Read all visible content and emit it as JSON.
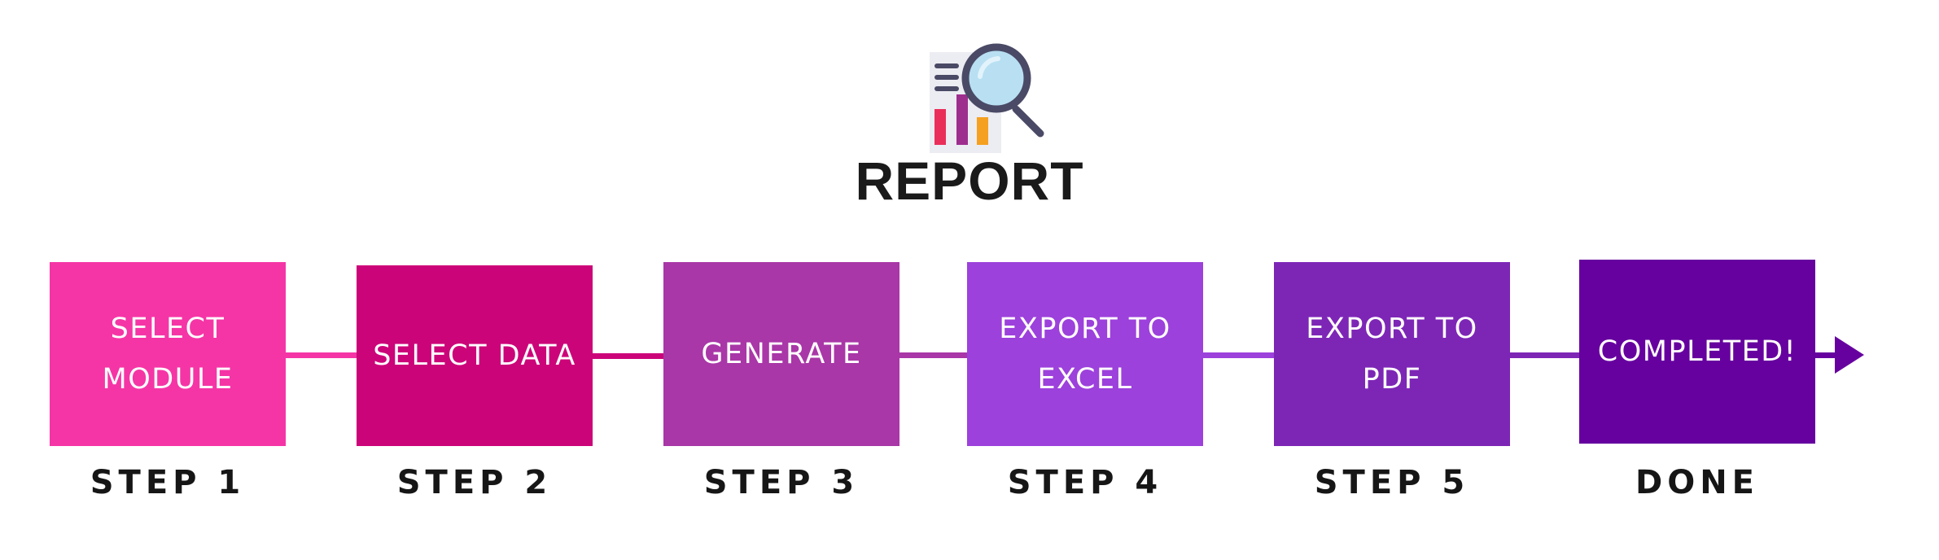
{
  "title": "REPORT",
  "header_icon": "report-chart-magnifier-icon",
  "colors": {
    "step1": "#f535a6",
    "step2": "#cc0479",
    "step3": "#a937a7",
    "step4": "#9c41db",
    "step5": "#7d26b6",
    "done": "#66009f",
    "text_dark": "#161616"
  },
  "steps": [
    {
      "box_text": "SELECT\nMODULE",
      "label": "STEP 1"
    },
    {
      "box_text": "SELECT DATA",
      "label": "STEP 2"
    },
    {
      "box_text": "GENERATE",
      "label": "STEP 3"
    },
    {
      "box_text": "EXPORT TO\nEXCEL",
      "label": "STEP 4"
    },
    {
      "box_text": "EXPORT TO\nPDF",
      "label": "STEP 5"
    },
    {
      "box_text": "COMPLETED!",
      "label": "DONE"
    }
  ]
}
